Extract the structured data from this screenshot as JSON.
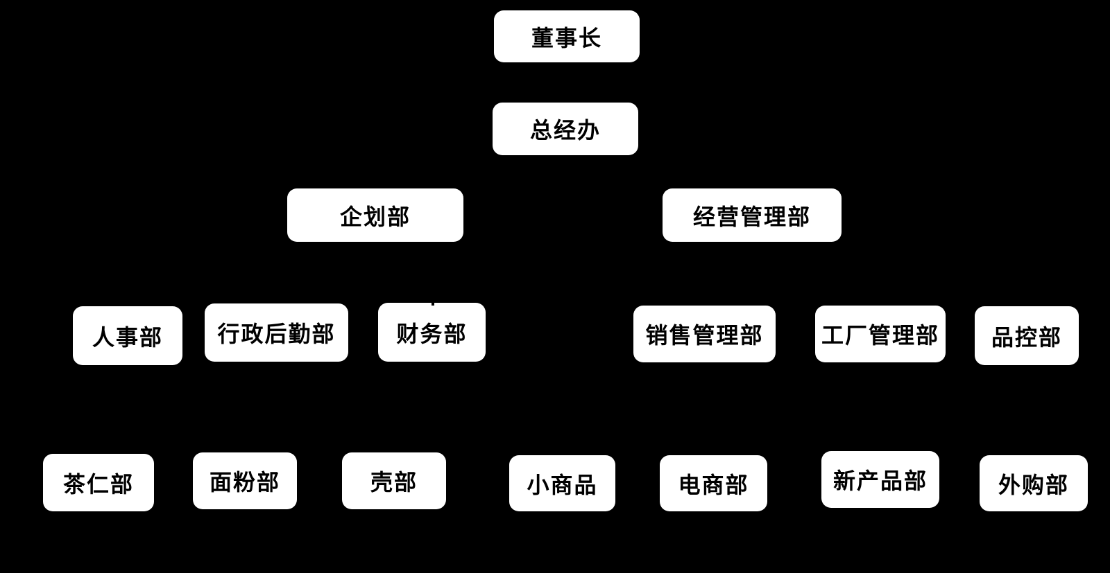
{
  "diagram": {
    "type": "org-chart",
    "background_color": "#000000",
    "node_fill_color": "#ffffff",
    "node_text_color": "#000000",
    "visible_edges": "none (connector lines are black on black background; only a small line stub is visible above the finance box)"
  },
  "nodes": [
    {
      "label": "董事长",
      "level": 1
    },
    {
      "label": "总经办",
      "level": 2
    },
    {
      "label": "企划部",
      "level": 3
    },
    {
      "label": "经营管理部",
      "level": 3
    },
    {
      "label": "人事部",
      "level": 4
    },
    {
      "label": "行政后勤部",
      "level": 4
    },
    {
      "label": "财务部",
      "level": 4
    },
    {
      "label": "销售管理部",
      "level": 4
    },
    {
      "label": "工厂管理部",
      "level": 4
    },
    {
      "label": "品控部",
      "level": 4
    },
    {
      "label": "茶仁部",
      "level": 5
    },
    {
      "label": "面粉部",
      "level": 5
    },
    {
      "label": "壳部",
      "level": 5
    },
    {
      "label": "小商品",
      "level": 5
    },
    {
      "label": "电商部",
      "level": 5
    },
    {
      "label": "新产品部",
      "level": 5
    },
    {
      "label": "外购部",
      "level": 5
    }
  ]
}
